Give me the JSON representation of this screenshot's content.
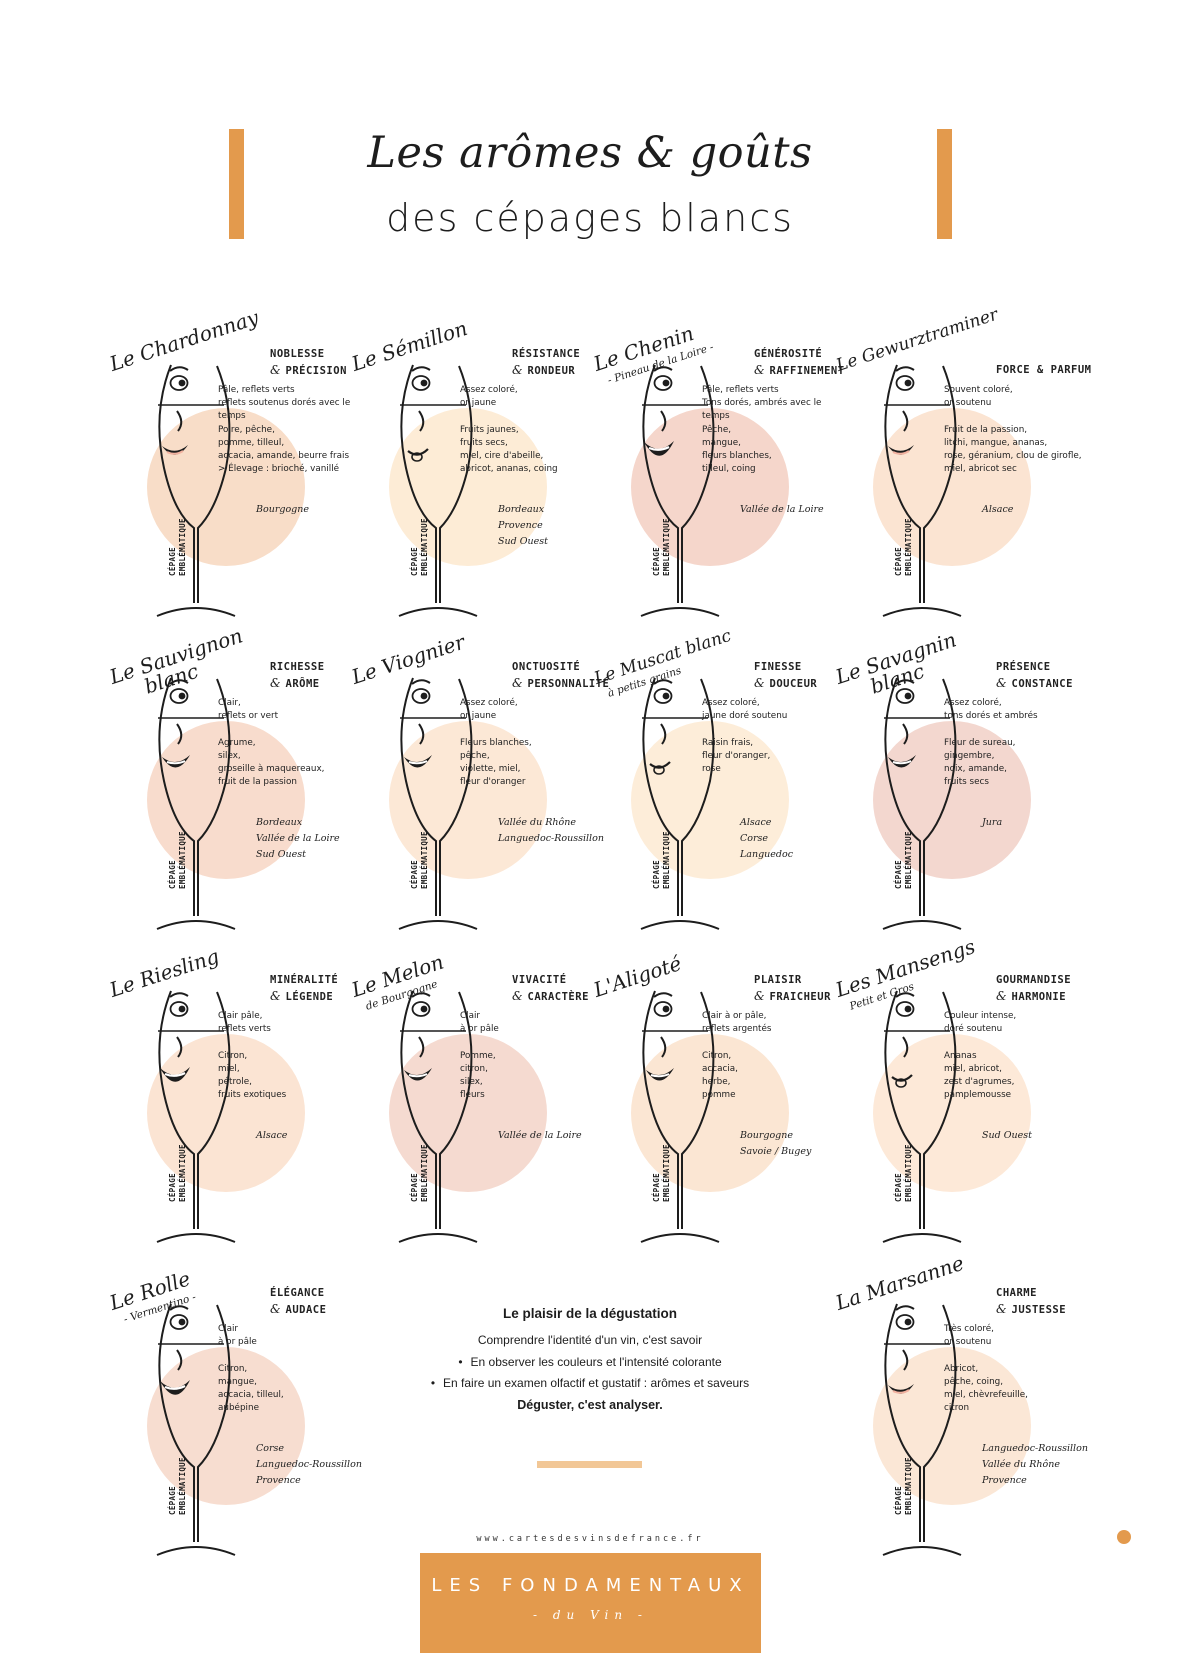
{
  "header": {
    "title": "Les arômes & goûts",
    "subtitle": "des cépages blancs"
  },
  "cepages": [
    {
      "name": "Le Chardonnay",
      "name2": "",
      "sub": "",
      "tag1": "NOBLESSE",
      "tag2": "PRÉCISION",
      "color": "Pâle, reflets verts\nreflets soutenus dorés avec le temps",
      "aromes": "Poire, pêche,\npomme, tilleul,\naccacia, amande, beurre frais\n> Élevage : brioché, vanillé",
      "regions": "Bourgogne",
      "circle": "#f8ddc8",
      "face": "wink"
    },
    {
      "name": "Le Sémillon",
      "name2": "",
      "sub": "",
      "tag1": "RÉSISTANCE",
      "tag2": "RONDEUR",
      "color": "Assez coloré,\nor jaune",
      "aromes": "Fruits jaunes,\nfruits secs,\nmiel, cire d'abeille,\nabricot, ananas, coing",
      "regions": "Bordeaux\nProvence\nSud Ouest",
      "circle": "#fdecd6",
      "face": "tongue"
    },
    {
      "name": "Le Chenin",
      "name2": "",
      "sub": "- Pineau de la Loire -",
      "tag1": "GÉNÉROSITÉ",
      "tag2": "RAFFINEMENT",
      "color": "Pâle, reflets verts\nTons dorés, ambrés avec le temps",
      "aromes": "Pêche,\nmangue,\nfleurs blanches,\ntilleul, coing",
      "regions": "Vallée de la Loire",
      "circle": "#f5d6cb",
      "face": "grin"
    },
    {
      "name": "Le Gewurztraminer",
      "name2": "",
      "sub": "",
      "tag1": "",
      "tag2": "FORCE & PARFUM",
      "color": "Souvent coloré,\nor soutenu",
      "aromes": "Fruit de la passion,\nlitchi, mangue, ananas,\nrose, géranium, clou de girofle,\nmiel, abricot sec",
      "regions": "Alsace",
      "circle": "#fbe4d2",
      "face": "wink"
    },
    {
      "name": "Le Sauvignon",
      "name2": "blanc",
      "sub": "",
      "tag1": "RICHESSE",
      "tag2": "ARÔME",
      "color": "Clair,\nreflets or vert",
      "aromes": "Agrume,\nsilex,\ngroseille à maquereaux,\nfruit de la passion",
      "regions": "Bordeaux\nVallée de la Loire\nSud Ouest",
      "circle": "#f8dccd",
      "face": "smile"
    },
    {
      "name": "Le Viognier",
      "name2": "",
      "sub": "",
      "tag1": "ONCTUOSITÉ",
      "tag2": "PERSONNALITÉ",
      "color": "Assez coloré,\nor jaune",
      "aromes": "Fleurs blanches,\npêche,\nviolette, miel,\nfleur d'oranger",
      "regions": "Vallée du Rhône\nLanguedoc-Roussillon",
      "circle": "#fce8d6",
      "face": "smile"
    },
    {
      "name": "Le Muscat blanc",
      "name2": "",
      "sub": "à petits grains",
      "tag1": "FINESSE",
      "tag2": "DOUCEUR",
      "color": "Assez coloré,\njaune doré soutenu",
      "aromes": "Raisin frais,\nfleur d'oranger,\nrose",
      "regions": "Alsace\nCorse\nLanguedoc",
      "circle": "#fdedd9",
      "face": "tongue"
    },
    {
      "name": "Le Savagnin",
      "name2": "blanc",
      "sub": "",
      "tag1": "PRÉSENCE",
      "tag2": "CONSTANCE",
      "color": "Assez coloré,\ntons dorés et ambrés",
      "aromes": "Fleur de sureau,\ngingembre,\nnoix, amande,\nfruits secs",
      "regions": "Jura",
      "circle": "#f3d7cf",
      "face": "smile"
    },
    {
      "name": "Le Riesling",
      "name2": "",
      "sub": "",
      "tag1": "MINÉRALITÉ",
      "tag2": "LÉGENDE",
      "color": "Clair pâle,\nreflets verts",
      "aromes": "Citron,\nmiel,\npétrole,\nfruits exotiques",
      "regions": "Alsace",
      "circle": "#fbe4d3",
      "face": "grin"
    },
    {
      "name": "Le Melon",
      "name2": "",
      "sub": "de Bourgogne",
      "tag1": "VIVACITÉ",
      "tag2": "CARACTÈRE",
      "color": "Clair\nà or pâle",
      "aromes": "Pomme,\ncitron,\nsilex,\nfleurs",
      "regions": "Vallée de la Loire",
      "circle": "#f5dad0",
      "face": "smile"
    },
    {
      "name": "L'Aligoté",
      "name2": "",
      "sub": "",
      "tag1": "PLAISIR",
      "tag2": "FRAICHEUR",
      "color": "Clair à or pâle,\nreflets argentés",
      "aromes": "Citron,\naccacia,\nherbe,\npomme",
      "regions": "Bourgogne\nSavoie / Bugey",
      "circle": "#fbe6d3",
      "face": "smile"
    },
    {
      "name": "Les Mansengs",
      "name2": "",
      "sub": "Petit et Gros",
      "tag1": "GOURMANDISE",
      "tag2": "HARMONIE",
      "color": "Couleur intense,\ndoré soutenu",
      "aromes": "Ananas\nmiel, abricot,\nzest d'agrumes,\npamplemousse",
      "regions": "Sud Ouest",
      "circle": "#fde9d8",
      "face": "tongue"
    },
    {
      "name": "Le Rolle",
      "name2": "",
      "sub": "- Vermentino -",
      "tag1": "ÉLÉGANCE",
      "tag2": "AUDACE",
      "color": "Clair\nà or pâle",
      "aromes": "Citron,\nmangue,\naccacia, tilleul,\naubépine",
      "regions": "Corse\nLanguedoc-Roussillon\nProvence",
      "circle": "#f7ddd0",
      "face": "grin"
    },
    {
      "name": "La Marsanne",
      "name2": "",
      "sub": "",
      "tag1": "CHARME",
      "tag2": "JUSTESSE",
      "color": "Très coloré,\nor soutenu",
      "aromes": "Abricot,\npêche, coing,\nmiel, chèvrefeuille,\ncitron",
      "regions": "Languedoc-Roussillon\nVallée du Rhône\nProvence",
      "circle": "#fbe7d6",
      "face": "wink"
    }
  ],
  "emblematique": {
    "line1": "CÉPAGE",
    "line2": "EMBLÉMATIQUE"
  },
  "degustation": {
    "title": "Le plaisir de la dégustation",
    "intro": "Comprendre l'identité d'un vin, c'est savoir",
    "points": [
      "En observer les couleurs et l'intensité colorante",
      "En faire un examen olfactif et gustatif : arômes et saveurs"
    ],
    "conclusion": "Déguster, c'est analyser."
  },
  "footer": {
    "website": "www.cartesdesvinsdefrance.fr",
    "banner_title": "LES FONDAMENTAUX",
    "banner_sub": "- du Vin -"
  },
  "colors": {
    "accent": "#e39a4d",
    "separator": "#f2c796"
  }
}
